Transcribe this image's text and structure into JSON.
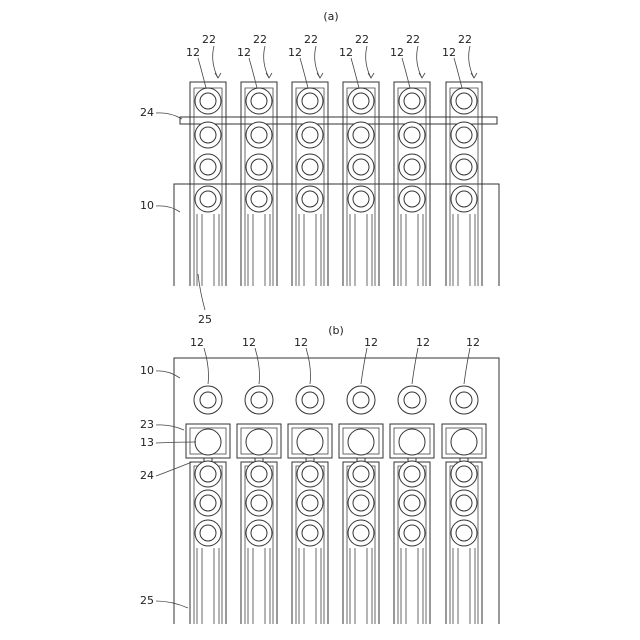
{
  "figure_a": {
    "caption": "(a)",
    "labels": {
      "top_pairs": [
        {
          "left": "12",
          "right": "22"
        },
        {
          "left": "12",
          "right": "22"
        },
        {
          "left": "12",
          "right": "22"
        },
        {
          "left": "12",
          "right": "22"
        },
        {
          "left": "12",
          "right": "22"
        },
        {
          "left": "12",
          "right": "22"
        }
      ],
      "bar": "24",
      "plate": "10",
      "channel": "25"
    }
  },
  "figure_b": {
    "caption": "(b)",
    "labels": {
      "top": [
        "12",
        "12",
        "12",
        "12",
        "12",
        "12"
      ],
      "plate": "10",
      "cap": "23",
      "big_circle": "13",
      "neck": "24",
      "channel": "25"
    }
  }
}
